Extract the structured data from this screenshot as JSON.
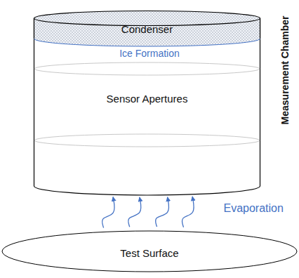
{
  "diagram": {
    "nodes": [
      {
        "text": [
          "Measurement Chamber"
        ]
      },
      {
        "text": [
          "Condenser"
        ],
        "in": 0
      },
      {
        "text": [
          "Sensor Apertures"
        ],
        "in": 0
      },
      {
        "text": [
          "Test Surface"
        ]
      }
    ],
    "edges": [
      {
        "from": 3,
        "to": 0,
        "arrow": "to"
      },
      {
        "from": 3,
        "to": 0,
        "arrow": "to"
      },
      {
        "from": 3,
        "to": 0,
        "arrow": "to"
      },
      {
        "from": 3,
        "to": 0,
        "arrow": "to",
        "label": "Evaporation"
      }
    ],
    "labels": [
      "Ice Formation"
    ]
  }
}
